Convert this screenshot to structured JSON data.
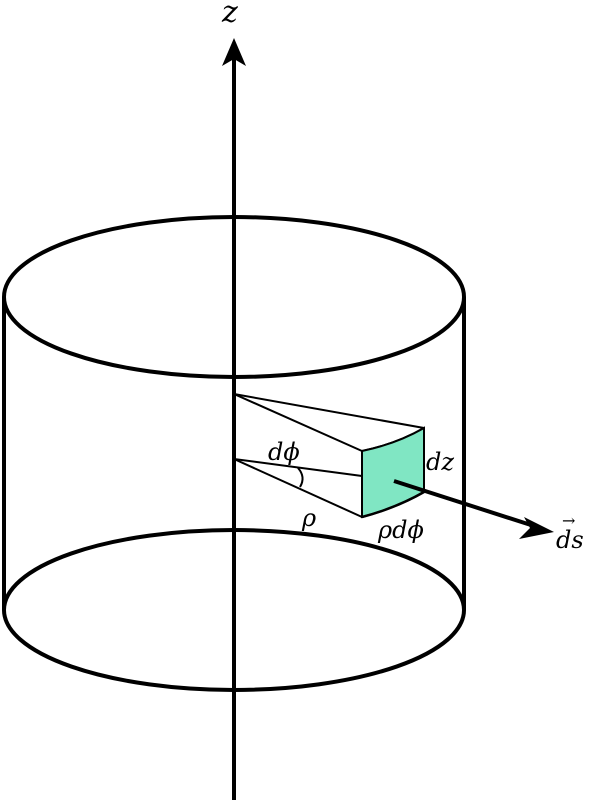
{
  "labels": {
    "z_axis": "z",
    "dphi": "dϕ",
    "rho": "ρ",
    "dz": "dz",
    "rho_dphi": "ρdϕ",
    "ds": "ds",
    "ds_arrow": "→"
  },
  "colors": {
    "stroke": "#000000",
    "surface_fill": "#80e6c3",
    "background": "#ffffff"
  }
}
